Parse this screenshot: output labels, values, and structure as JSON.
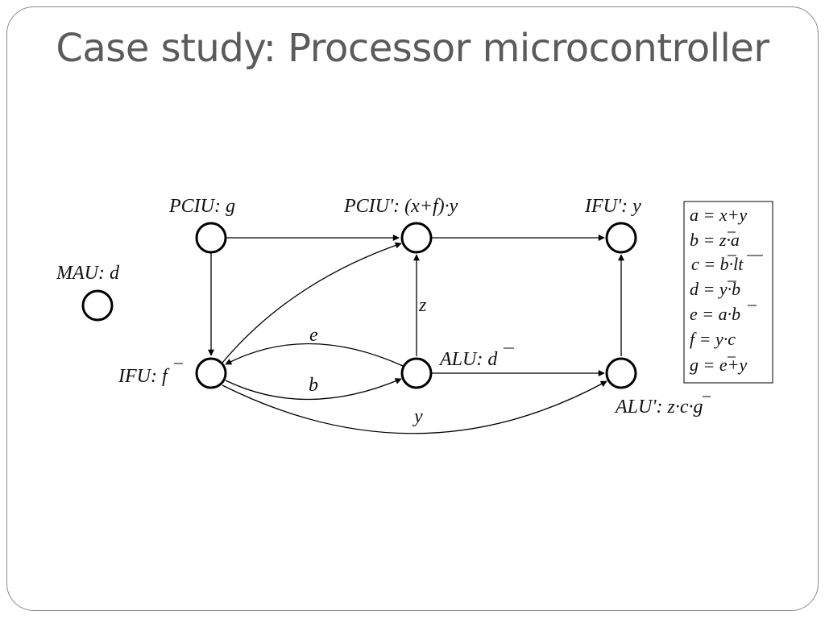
{
  "title": "Case study: Processor microcontroller",
  "nodes": {
    "pciu": {
      "name": "PCIU",
      "sep": ":",
      "func": "g"
    },
    "pciu2": {
      "name": "PCIU'",
      "sep": ":",
      "func": "(x+f)·y"
    },
    "ifu2": {
      "name": "IFU'",
      "sep": ":",
      "func": "y"
    },
    "mau": {
      "name": "MAU",
      "sep": ":",
      "func": "d"
    },
    "ifu": {
      "name": "IFU",
      "sep": ":",
      "func": "f"
    },
    "alu": {
      "name": "ALU",
      "sep": ":",
      "func": "d"
    },
    "alu2": {
      "name": "ALU'",
      "sep": ":",
      "func": "z·c·g"
    }
  },
  "edge_labels": {
    "z": "z",
    "e": "e",
    "b": "b",
    "y": "y"
  },
  "equations": [
    {
      "lhs": "a",
      "eq": "=",
      "rhs": "x+y"
    },
    {
      "lhs": "b",
      "eq": "=",
      "rhs": "z·a"
    },
    {
      "lhs": "c",
      "eq": "=",
      "rhs": "b·lt"
    },
    {
      "lhs": "d",
      "eq": "=",
      "rhs": "y·b"
    },
    {
      "lhs": "e",
      "eq": "=",
      "rhs": "a·b"
    },
    {
      "lhs": "f",
      "eq": "=",
      "rhs": "y·c"
    },
    {
      "lhs": "g",
      "eq": "=",
      "rhs": "e+y"
    }
  ]
}
